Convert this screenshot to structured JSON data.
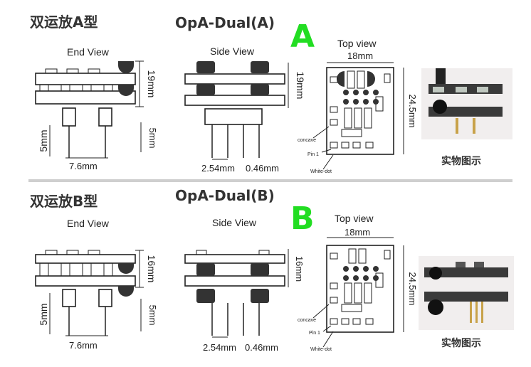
{
  "panels": [
    {
      "id": "a",
      "title": "双运放A型",
      "subtitle": "OpA-Dual(A)",
      "letter": "A",
      "end_view": {
        "label": "End View",
        "height": "19mm",
        "pin_len": "5mm",
        "pin_pitch": "7.6mm",
        "short_dim": "5mm"
      },
      "side_view": {
        "label": "Side View",
        "height": "19mm",
        "pitch": "2.54mm",
        "pin_dia": "0.46mm"
      },
      "top_view": {
        "label": "Top view",
        "width": "18mm",
        "height": "24.5mm",
        "concave": "concave",
        "pin1": "Pin 1",
        "white_dot": "White-dot"
      },
      "photo_caption": "实物图示"
    },
    {
      "id": "b",
      "title": "双运放B型",
      "subtitle": "OpA-Dual(B)",
      "letter": "B",
      "end_view": {
        "label": "End View",
        "height": "16mm",
        "pin_len": "5mm",
        "pin_pitch": "7.6mm",
        "short_dim": "5mm"
      },
      "side_view": {
        "label": "Side View",
        "height": "16mm",
        "pitch": "2.54mm",
        "pin_dia": "0.46mm"
      },
      "top_view": {
        "label": "Top view",
        "width": "18mm",
        "height": "24.5mm",
        "concave": "concave",
        "pin1": "Pin 1",
        "white_dot": "White-dot"
      },
      "photo_caption": "实物图示"
    }
  ],
  "colors": {
    "accent_letter": "#22dd22",
    "divider": "#cfcfcf"
  }
}
